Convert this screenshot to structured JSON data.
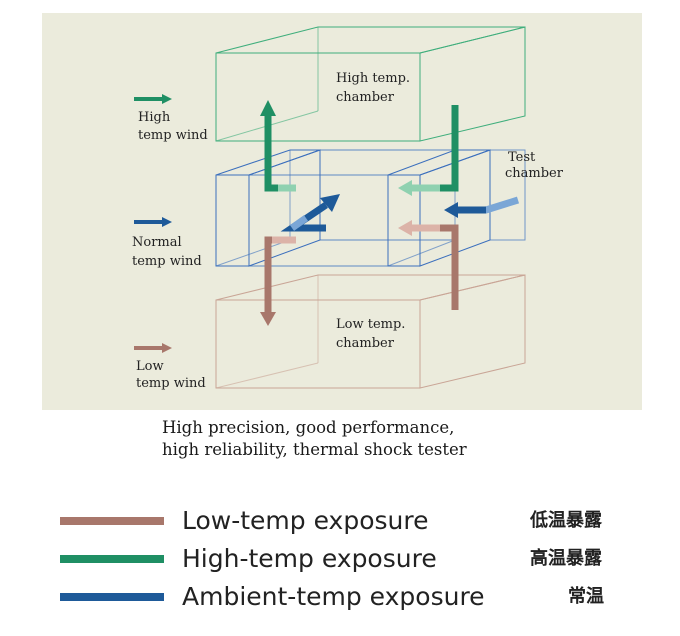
{
  "colors": {
    "panel_bg": "#ebebdc",
    "high": "#1f8f64",
    "high_light": "#8fd1b0",
    "normal": "#1e5a99",
    "normal_light": "#7aa6d6",
    "low": "#a8776b",
    "low_light": "#dcb3a8",
    "high_box": "#3fae7c",
    "normal_box": "#3b6fbd",
    "low_box": "#c9a596"
  },
  "diagram": {
    "high_chamber": [
      "High temp.",
      "chamber"
    ],
    "low_chamber": [
      "Low temp.",
      "chamber"
    ],
    "test_chamber": [
      "Test",
      "chamber"
    ],
    "high_wind": [
      "High",
      "temp wind"
    ],
    "normal_wind": [
      "Normal",
      "temp wind"
    ],
    "low_wind": [
      "Low",
      "temp wind"
    ]
  },
  "caption": {
    "line1": "High precision, good performance,",
    "line2": "high reliability, thermal shock tester"
  },
  "legend": [
    {
      "en": "Low-temp exposure",
      "zh": "低温暴露",
      "color": "#a8776b"
    },
    {
      "en": "High-temp exposure",
      "zh": "高温暴露",
      "color": "#1f8f64"
    },
    {
      "en": "Ambient-temp exposure",
      "zh": "常温",
      "color": "#1e5a99"
    }
  ]
}
